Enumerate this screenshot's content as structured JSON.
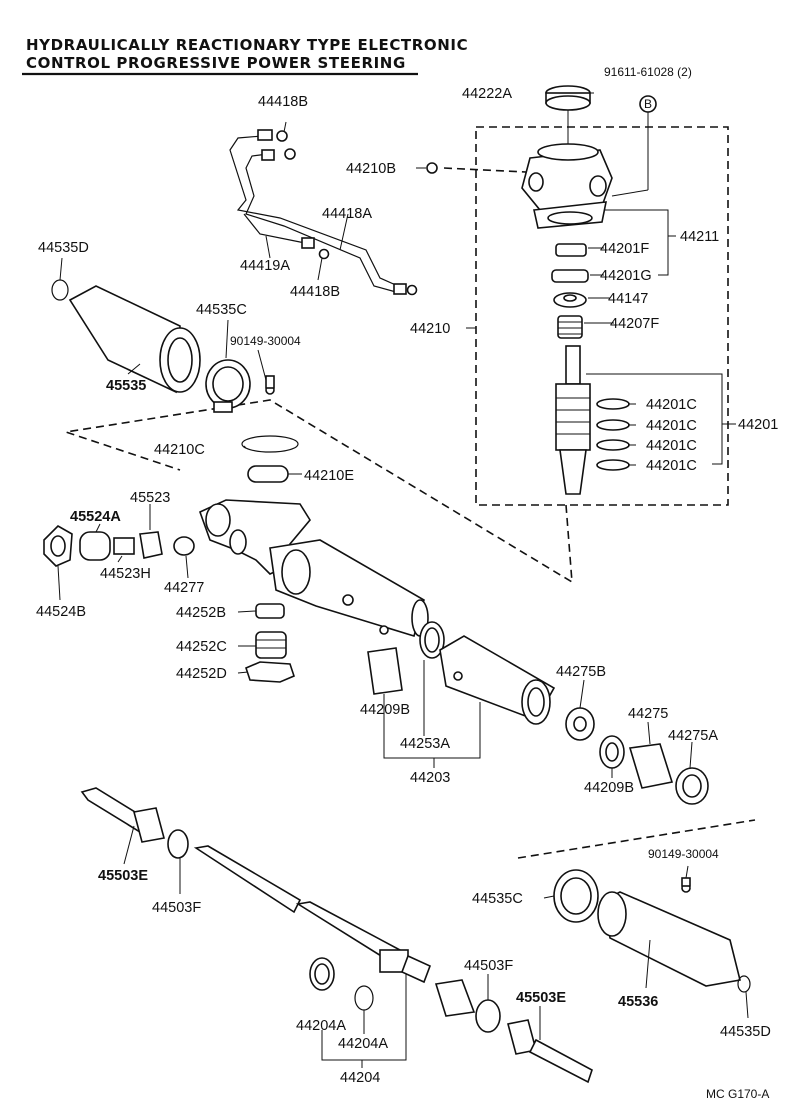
{
  "title": {
    "line1": "HYDRAULICALLY REACTIONARY TYPE ELECTRONIC",
    "line2": "CONTROL PROGRESSIVE POWER STEERING"
  },
  "code": "MC  G170-A",
  "bolt_ref": {
    "number": "91611-61028 (2)",
    "marker": "B"
  },
  "labels": {
    "l44418B_top": "44418B",
    "l44222A": "44222A",
    "l44210B": "44210B",
    "l44418A": "44418A",
    "l44419A": "44419A",
    "l44418B_bot": "44418B",
    "l44211": "44211",
    "l44201F": "44201F",
    "l44201G": "44201G",
    "l44147": "44147",
    "l44207F": "44207F",
    "l44210": "44210",
    "l44201": "44201",
    "l44201C_1": "44201C",
    "l44201C_2": "44201C",
    "l44201C_3": "44201C",
    "l44201C_4": "44201C",
    "l44535D_top": "44535D",
    "l44535C_top": "44535C",
    "l90149_top": "90149-30004",
    "l45535": "45535",
    "l44210C": "44210C",
    "l44210E": "44210E",
    "l45523": "45523",
    "l45524A": "45524A",
    "l44523H": "44523H",
    "l44277": "44277",
    "l44524B": "44524B",
    "l44252B": "44252B",
    "l44252C": "44252C",
    "l44252D": "44252D",
    "l44209B_1": "44209B",
    "l44253A": "44253A",
    "l44203": "44203",
    "l44275B": "44275B",
    "l44275": "44275",
    "l44275A": "44275A",
    "l44209B_2": "44209B",
    "l45503E_left": "45503E",
    "l44503F_left": "44503F",
    "l90149_bot": "90149-30004",
    "l44535C_bot": "44535C",
    "l44503F_right": "44503F",
    "l45503E_right": "45503E",
    "l45536": "45536",
    "l44535D_bot": "44535D",
    "l44204A_1": "44204A",
    "l44204A_2": "44204A",
    "l44204": "44204"
  }
}
